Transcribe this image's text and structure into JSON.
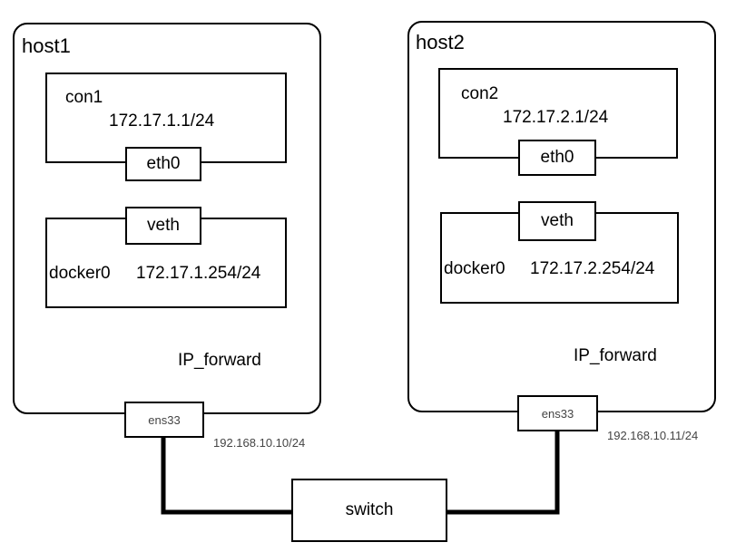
{
  "host1": {
    "title": "host1",
    "container": {
      "name": "con1",
      "ip": "172.17.1.1/24",
      "iface": "eth0"
    },
    "bridge": {
      "veth": "veth",
      "name": "docker0",
      "ip": "172.17.1.254/24"
    },
    "forward_label": "IP_forward",
    "nic": {
      "name": "ens33",
      "ip": "192.168.10.10/24"
    }
  },
  "host2": {
    "title": "host2",
    "container": {
      "name": "con2",
      "ip": "172.17.2.1/24",
      "iface": "eth0"
    },
    "bridge": {
      "veth": "veth",
      "name": "docker0",
      "ip": "172.17.2.254/24"
    },
    "forward_label": "IP_forward",
    "nic": {
      "name": "ens33",
      "ip": "192.168.10.11/24"
    }
  },
  "switch": {
    "label": "switch"
  }
}
